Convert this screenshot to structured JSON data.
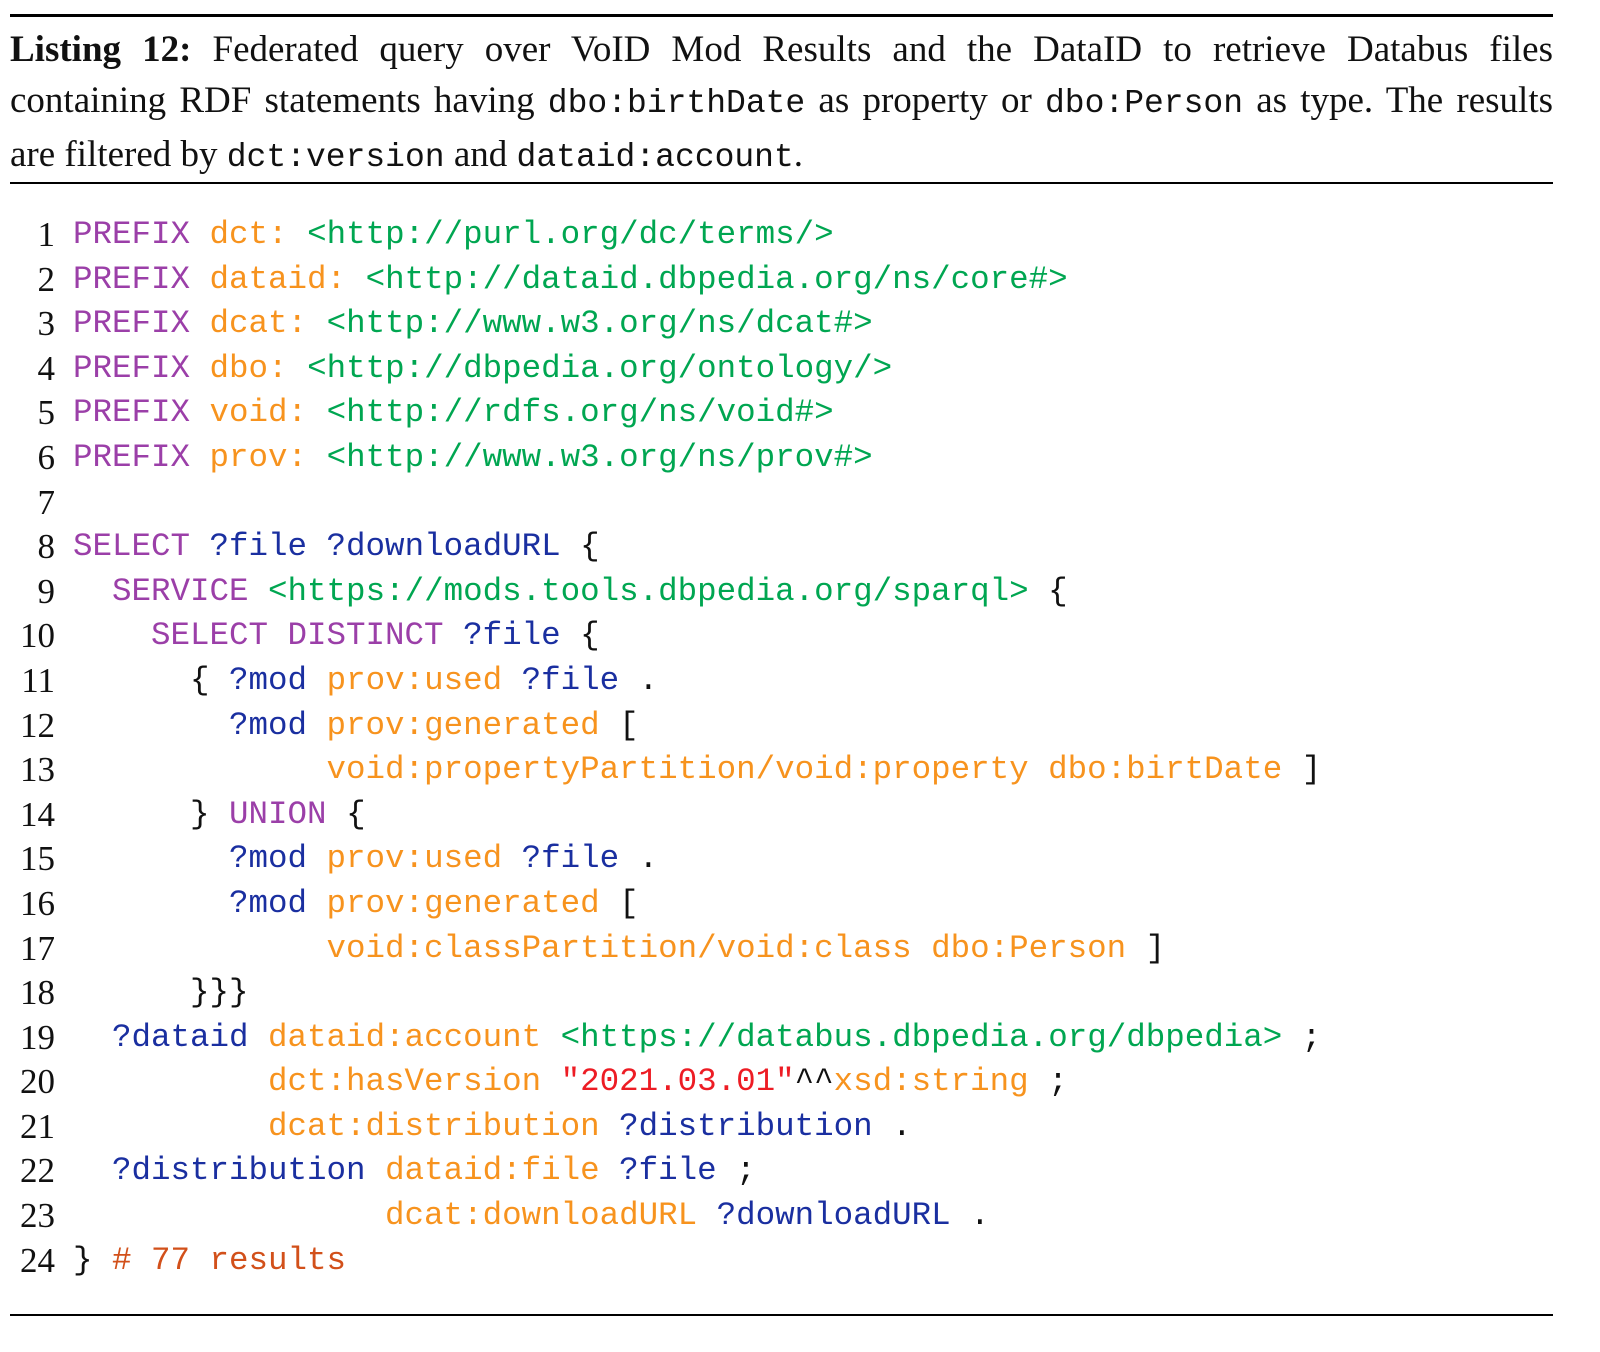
{
  "caption": [
    {
      "t": "Listing 12:",
      "s": "b"
    },
    {
      "t": " Federated query over VoID Mod Results and the DataID to retrieve Databus files containing RDF statements having ",
      "s": ""
    },
    {
      "t": "dbo:birthDate",
      "s": "m"
    },
    {
      "t": " as property or ",
      "s": ""
    },
    {
      "t": "dbo:Person",
      "s": "m"
    },
    {
      "t": " as type. The results are filtered by ",
      "s": ""
    },
    {
      "t": "dct:version",
      "s": "m"
    },
    {
      "t": " and ",
      "s": ""
    },
    {
      "t": "dataid:account",
      "s": "m"
    },
    {
      "t": ".",
      "s": ""
    }
  ],
  "colors": {
    "keyword": "#9b3fa8",
    "prefix": "#f7931e",
    "iri": "#00a651",
    "variable": "#1a2fa0",
    "string": "#ed1c24",
    "comment": "#d2501a"
  },
  "code": [
    [
      [
        "PREFIX ",
        "kw"
      ],
      [
        "dct: ",
        "pfx"
      ],
      [
        "<http://purl.org/dc/terms/>",
        "iri"
      ]
    ],
    [
      [
        "PREFIX ",
        "kw"
      ],
      [
        "dataid: ",
        "pfx"
      ],
      [
        "<http://dataid.dbpedia.org/ns/core#>",
        "iri"
      ]
    ],
    [
      [
        "PREFIX ",
        "kw"
      ],
      [
        "dcat: ",
        "pfx"
      ],
      [
        "<http://www.w3.org/ns/dcat#>",
        "iri"
      ]
    ],
    [
      [
        "PREFIX ",
        "kw"
      ],
      [
        "dbo: ",
        "pfx"
      ],
      [
        "<http://dbpedia.org/ontology/>",
        "iri"
      ]
    ],
    [
      [
        "PREFIX ",
        "kw"
      ],
      [
        "void: ",
        "pfx"
      ],
      [
        "<http://rdfs.org/ns/void#>",
        "iri"
      ]
    ],
    [
      [
        "PREFIX ",
        "kw"
      ],
      [
        "prov: ",
        "pfx"
      ],
      [
        "<http://www.w3.org/ns/prov#>",
        "iri"
      ]
    ],
    [],
    [
      [
        "SELECT ",
        "kw"
      ],
      [
        "?file ?downloadURL ",
        "var"
      ],
      [
        "{",
        "p"
      ]
    ],
    [
      [
        "  SERVICE ",
        "kw"
      ],
      [
        "<https://mods.tools.dbpedia.org/sparql>",
        "iri"
      ],
      [
        " {",
        "p"
      ]
    ],
    [
      [
        "    SELECT DISTINCT ",
        "kw"
      ],
      [
        "?file ",
        "var"
      ],
      [
        "{",
        "p"
      ]
    ],
    [
      [
        "      { ",
        "p"
      ],
      [
        "?mod ",
        "var"
      ],
      [
        "prov:used ",
        "pfx"
      ],
      [
        "?file",
        "var"
      ],
      [
        " .",
        "p"
      ]
    ],
    [
      [
        "        ?mod ",
        "var"
      ],
      [
        "prov:generated ",
        "pfx"
      ],
      [
        "[",
        "p"
      ]
    ],
    [
      [
        "             void:propertyPartition/void:property dbo:birtDate",
        "pfx"
      ],
      [
        " ]",
        "p"
      ]
    ],
    [
      [
        "      } ",
        "p"
      ],
      [
        "UNION ",
        "kw"
      ],
      [
        "{",
        "p"
      ]
    ],
    [
      [
        "        ?mod ",
        "var"
      ],
      [
        "prov:used ",
        "pfx"
      ],
      [
        "?file",
        "var"
      ],
      [
        " .",
        "p"
      ]
    ],
    [
      [
        "        ?mod ",
        "var"
      ],
      [
        "prov:generated ",
        "pfx"
      ],
      [
        "[",
        "p"
      ]
    ],
    [
      [
        "             void:classPartition/void:class dbo:Person",
        "pfx"
      ],
      [
        " ]",
        "p"
      ]
    ],
    [
      [
        "      }}}",
        "p"
      ]
    ],
    [
      [
        "  ?dataid ",
        "var"
      ],
      [
        "dataid:account ",
        "pfx"
      ],
      [
        "<https://databus.dbpedia.org/dbpedia>",
        "iri"
      ],
      [
        " ;",
        "p"
      ]
    ],
    [
      [
        "          dct:hasVersion ",
        "pfx"
      ],
      [
        "\"2021.03.01\"",
        "str"
      ],
      [
        "^^",
        "p"
      ],
      [
        "xsd:string",
        "pfx"
      ],
      [
        " ;",
        "p"
      ]
    ],
    [
      [
        "          dcat:distribution ",
        "pfx"
      ],
      [
        "?distribution",
        "var"
      ],
      [
        " .",
        "p"
      ]
    ],
    [
      [
        "  ?distribution ",
        "var"
      ],
      [
        "dataid:file ",
        "pfx"
      ],
      [
        "?file",
        "var"
      ],
      [
        " ;",
        "p"
      ]
    ],
    [
      [
        "                dcat:downloadURL ",
        "pfx"
      ],
      [
        "?downloadURL",
        "var"
      ],
      [
        " .",
        "p"
      ]
    ],
    [
      [
        "} ",
        "p"
      ],
      [
        "# 77 results",
        "com"
      ]
    ]
  ],
  "line_numbers": [
    "1",
    "2",
    "3",
    "4",
    "5",
    "6",
    "7",
    "8",
    "9",
    "10",
    "11",
    "12",
    "13",
    "14",
    "15",
    "16",
    "17",
    "18",
    "19",
    "20",
    "21",
    "22",
    "23",
    "24"
  ]
}
